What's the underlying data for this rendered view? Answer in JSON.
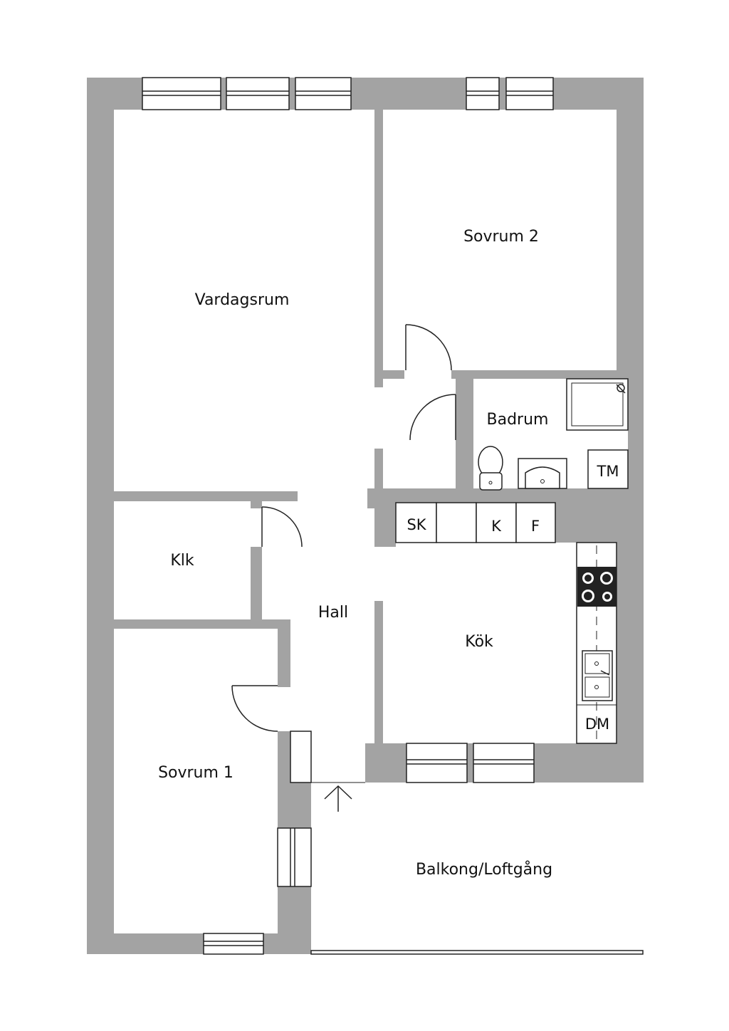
{
  "rooms": {
    "living_room": "Vardagsrum",
    "bedroom_2": "Sovrum 2",
    "bathroom": "Badrum",
    "closet": "Klk",
    "hall": "Hall",
    "kitchen": "Kök",
    "bedroom_1": "Sovrum 1",
    "balcony": "Balkong/Loftgång"
  },
  "fixtures": {
    "washer": "TM",
    "wardrobe": "SK",
    "fridge": "K",
    "freezer": "F",
    "dishwasher": "DM"
  },
  "colors": {
    "wall": "#a3a3a3",
    "line": "#222222",
    "background": "#ffffff"
  }
}
